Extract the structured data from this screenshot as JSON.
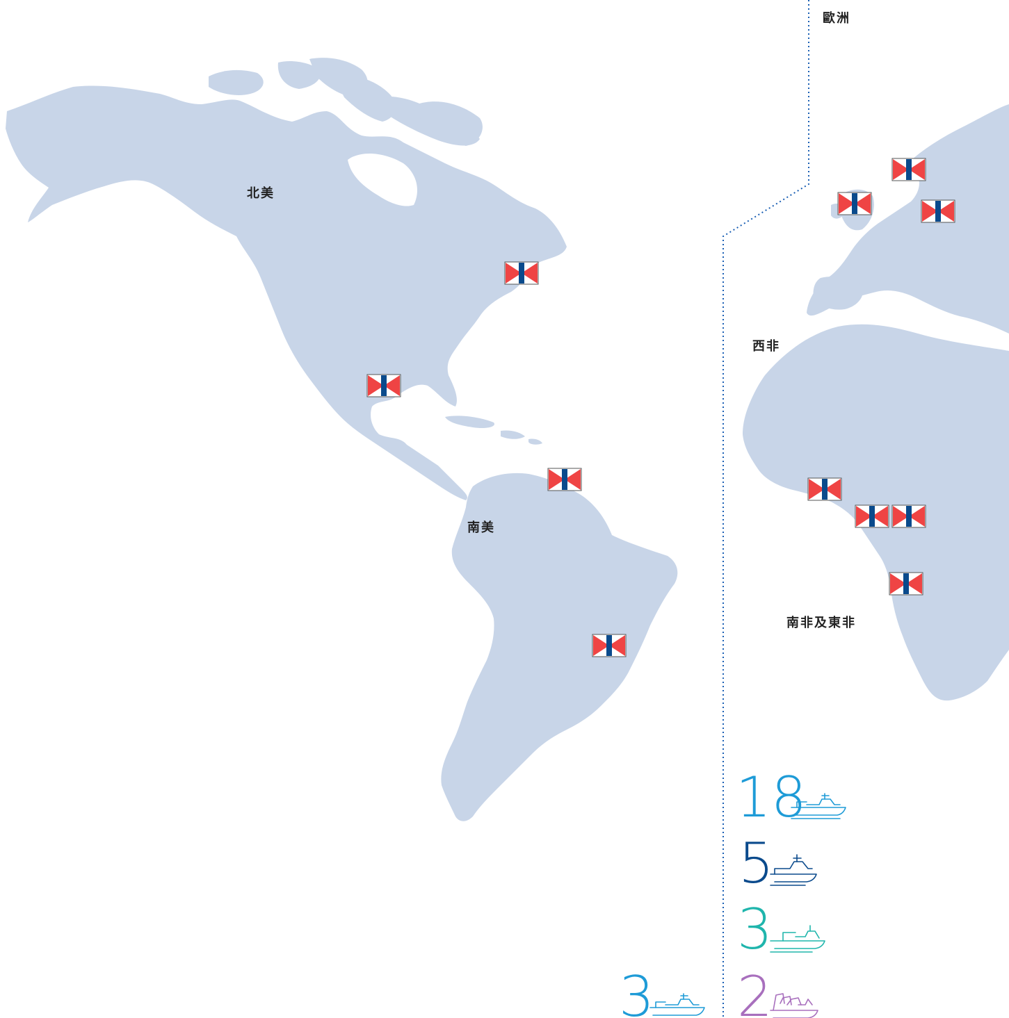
{
  "colors": {
    "land": "#c8d5e8",
    "divider": "#1a5fb4",
    "flag_red": "#ef4444",
    "flag_blue": "#0a4a8c",
    "flag_white": "#ffffff"
  },
  "regions": {
    "north_america": "北美",
    "south_america": "南美",
    "europe": "歐洲",
    "west_africa": "西非",
    "south_east_africa": "南非及東非"
  },
  "markers": [
    {
      "id": "canada-east",
      "icon": "company-flag-icon"
    },
    {
      "id": "gulf-of-mexico",
      "icon": "company-flag-icon"
    },
    {
      "id": "guyana",
      "icon": "company-flag-icon"
    },
    {
      "id": "brazil",
      "icon": "company-flag-icon"
    },
    {
      "id": "uk",
      "icon": "company-flag-icon"
    },
    {
      "id": "norway",
      "icon": "company-flag-icon"
    },
    {
      "id": "denmark",
      "icon": "company-flag-icon"
    },
    {
      "id": "nigeria",
      "icon": "company-flag-icon"
    },
    {
      "id": "equatorial-guinea",
      "icon": "company-flag-icon"
    },
    {
      "id": "gabon",
      "icon": "company-flag-icon"
    },
    {
      "id": "angola",
      "icon": "company-flag-icon"
    }
  ],
  "fleet_counts": [
    {
      "id": "supply-vessels",
      "value": "3",
      "color": "#1e9bd7",
      "icon": "offshore-supply-vessel-icon"
    },
    {
      "id": "supply-vessels-europe",
      "value": "18",
      "color": "#1e9bd7",
      "icon": "offshore-supply-vessel-icon"
    },
    {
      "id": "anchor-handlers",
      "value": "5",
      "color": "#0a4a8c",
      "icon": "anchor-handling-vessel-icon"
    },
    {
      "id": "crew-boats",
      "value": "3",
      "color": "#1fb5ac",
      "icon": "crew-boat-icon"
    },
    {
      "id": "construction-vessels",
      "value": "2",
      "color": "#a86fbd",
      "icon": "construction-vessel-icon"
    }
  ]
}
